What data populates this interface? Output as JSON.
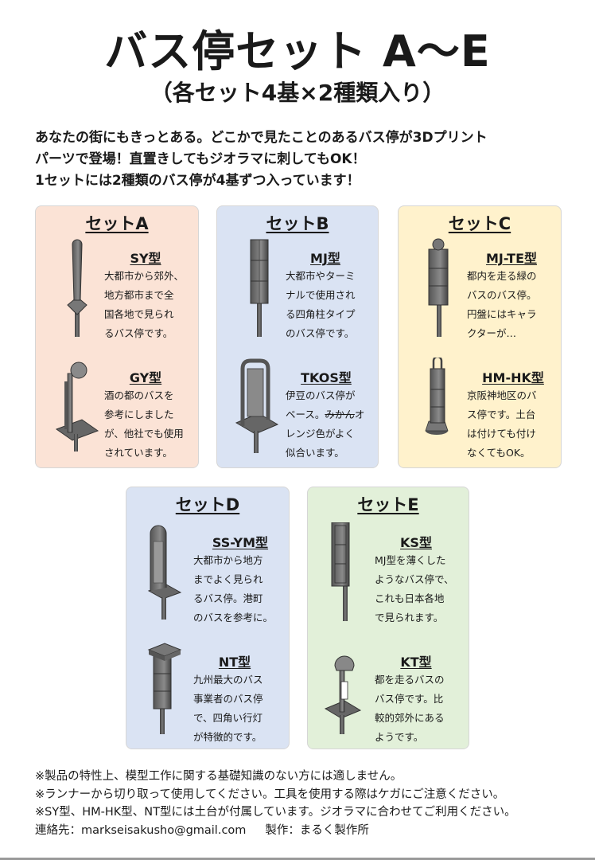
{
  "title": "バス停セット A～E",
  "subtitle": "（各セット4基×2種類入り）",
  "intro": [
    "あなたの街にもきっとある。どこかで見たことのあるバス停が3Dプリント",
    "パーツで登場！直置きしてもジオラマに刺してもOK！",
    "1セットには2種類のバス停が4基ずつ入っています！"
  ],
  "sets": [
    {
      "title": "セットA",
      "color": "#fbe3d6",
      "items": [
        {
          "name": "SY型",
          "icon": "round-top-sign-stop",
          "lines": [
            "大都市から郊外、",
            "地方都市まで全",
            "国各地で見られ",
            "るバス停です。"
          ]
        },
        {
          "name": "GY型",
          "icon": "round-disc-sign-stop",
          "lines": [
            "酒の都のバスを",
            "参考にしました",
            "が、他社でも使用",
            "されています。"
          ]
        }
      ]
    },
    {
      "title": "セットB",
      "color": "#dae3f3",
      "items": [
        {
          "name": "MJ型",
          "icon": "square-pillar-stop",
          "lines": [
            "大都市やターミ",
            "ナルで使用され",
            "る四角柱タイプ",
            "のバス停です。"
          ]
        },
        {
          "name": "TKOS型",
          "icon": "arch-frame-stop",
          "lines": [
            "伊豆のバス停が",
            "ベース。",
            "レンジ色がよく",
            "似合います。"
          ],
          "strike": "みかん",
          "after_strike": "オ"
        }
      ]
    },
    {
      "title": "セットC",
      "color": "#fff2cc",
      "items": [
        {
          "name": "MJ-TE型",
          "icon": "pillar-with-disc-stop",
          "lines": [
            "都内を走る緑の",
            "バスのバス停。",
            "円盤にはキャラ",
            "クターが…"
          ]
        },
        {
          "name": "HM-HK型",
          "icon": "pillar-on-base-stop",
          "lines": [
            "京阪神地区のバ",
            "ス停です。土台",
            "は付けても付け",
            "なくてもOK。"
          ]
        }
      ]
    },
    {
      "title": "セットD",
      "color": "#dae3f3",
      "items": [
        {
          "name": "SS-YM型",
          "icon": "tall-round-top-stop",
          "lines": [
            "大都市から地方",
            "までよく見られ",
            "るバス停。港町",
            "のバスを参考に。"
          ]
        },
        {
          "name": "NT型",
          "icon": "lantern-box-stop",
          "lines": [
            "九州最大のバス",
            "事業者のバス停",
            "で、四角い行灯",
            "が特徴的です。"
          ]
        }
      ]
    },
    {
      "title": "セットE",
      "color": "#e2f0d9",
      "items": [
        {
          "name": "KS型",
          "icon": "thin-pillar-stop",
          "lines": [
            "MJ型を薄くした",
            "ようなバス停で、",
            "これも日本各地",
            "で見られます。"
          ]
        },
        {
          "name": "KT型",
          "icon": "disc-on-pole-stop",
          "lines": [
            "都を走るバスの",
            "バス停です。比",
            "較的郊外にある",
            "ようです。"
          ]
        }
      ]
    }
  ],
  "notes": [
    "※製品の特性上、模型工作に関する基礎知識のない方には適しません。",
    "※ランナーから切り取って使用してください。工具を使用する際はケガにご注意ください。",
    "※SY型、HM-HK型、NT型には土台が付属しています。ジオラマに合わせてご利用ください。"
  ],
  "contact": "連絡先：markseisakusho@gmail.com",
  "maker": "製作：まるく製作所"
}
